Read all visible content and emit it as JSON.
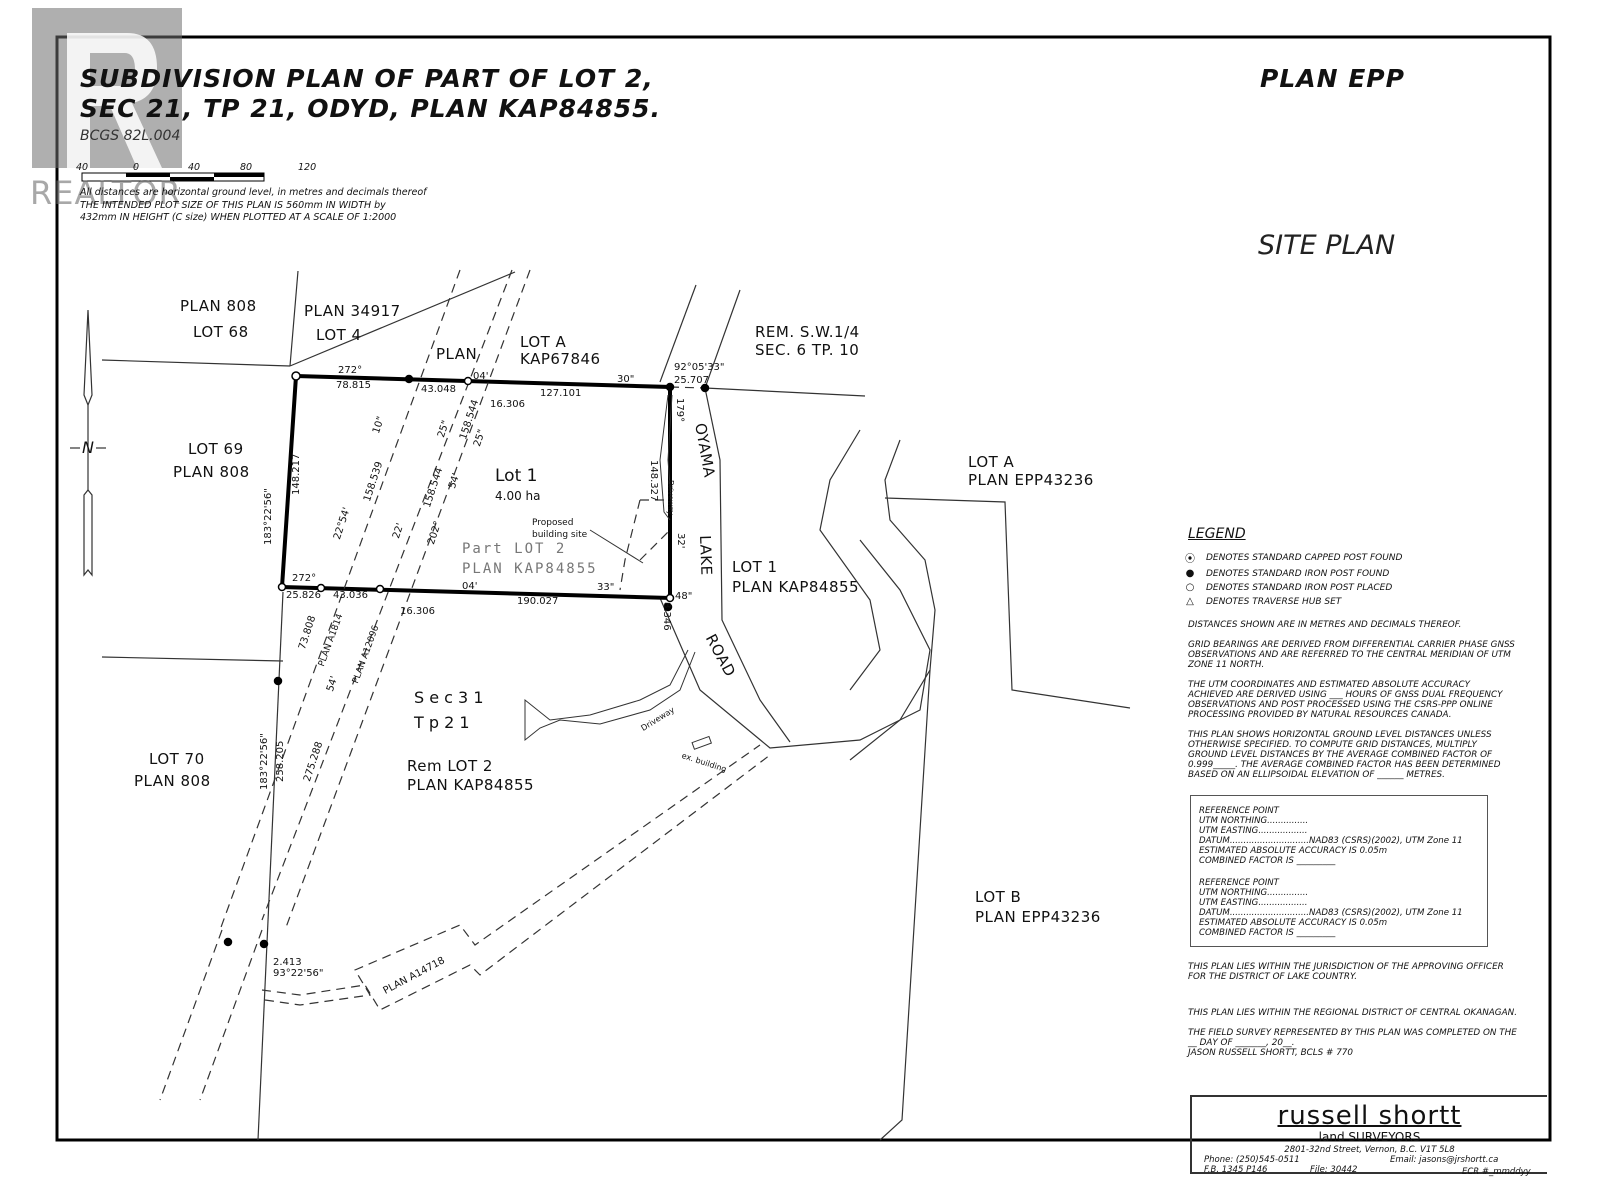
{
  "header": {
    "title_line1": "SUBDIVISION PLAN OF PART OF LOT 2,",
    "title_line2": "SEC 21, TP 21, ODYD, PLAN KAP84855.",
    "bcgs": "BCGS  82L.004",
    "plan_number": "PLAN EPP",
    "site_plan": "SITE PLAN"
  },
  "scale_bar": {
    "ticks": [
      "40",
      "0",
      "40",
      "80",
      "120"
    ],
    "note_distances": "All distances are horizontal ground level, in metres and decimals thereof",
    "note_plot_line1": "THE INTENDED PLOT SIZE OF THIS PLAN IS 560mm IN WIDTH by",
    "note_plot_line2": "432mm IN HEIGHT (C size) WHEN PLOTTED AT A SCALE OF 1:2000"
  },
  "watermark": {
    "logo_letter": "R",
    "text": "REALTOR"
  },
  "north_arrow": {
    "label": "N"
  },
  "parcels": {
    "plan808_lot68": [
      "PLAN 808",
      "LOT 68"
    ],
    "plan34917_lot4": [
      "PLAN 34917",
      "LOT 4"
    ],
    "plan_label": "PLAN",
    "lotA_kap": [
      "LOT A",
      "KAP67846"
    ],
    "rem_sw": [
      "REM. S.W.1/4",
      "SEC. 6  TP. 10"
    ],
    "lot69": [
      "LOT 69",
      "PLAN 808"
    ],
    "lot1": {
      "name": "Lot 1",
      "area": "4.00 ha"
    },
    "part_lot2": [
      "Part LOT 2",
      "PLAN KAP84855"
    ],
    "proposed_site": [
      "Proposed",
      "building site"
    ],
    "lot1_kap": [
      "LOT 1",
      "PLAN KAP84855"
    ],
    "lotA_epp": [
      "LOT A",
      "PLAN EPP43236"
    ],
    "lotB_epp": [
      "LOT B",
      "PLAN EPP43236"
    ],
    "lot70": [
      "LOT 70",
      "PLAN 808"
    ],
    "sec_tp": [
      "S e c    3 1",
      "T p      2 1"
    ],
    "rem_lot2": [
      "Rem LOT 2",
      "PLAN KAP84855"
    ],
    "road": [
      "OYAMA",
      "LAKE",
      "ROAD"
    ],
    "driveway": "Driveway",
    "ex_building": "ex. building",
    "plan_a1814": "PLAN A1814",
    "plan_a12096": "PLAN A12096",
    "plan_a14718": "PLAN A14718"
  },
  "dimensions": {
    "top_bearing": "272°",
    "top_seg1": "78.815",
    "top_seg2": "43.048",
    "top_04": "04'",
    "top_seg3": "127.101",
    "top_30": "30\"",
    "offset_top": "16.306",
    "ne_bearing": "92°05'33\"",
    "ne_dist": "25.707",
    "east_179": "179°",
    "east_dist": "148.327",
    "east_32": "32'",
    "east_48": "48\"",
    "east_8346": "8.346",
    "west_bearing": "183°22'56\"",
    "west_dist": "148.217",
    "diag_10": "10\"",
    "diag_158539": "158.539",
    "diag_2254": "22°54'",
    "diag_25a": "25\"",
    "diag_158544a": "158.544",
    "diag_25b": "25\"",
    "diag_158544b": "158.544",
    "diag_22": "22'",
    "diag_54": "54'",
    "diag_202": "202°",
    "bot_bearing": "272°",
    "bot_seg1": "25.826",
    "bot_seg2": "43.036",
    "bot_04": "04'",
    "bot_seg3": "190.027",
    "bot_33": "33\"",
    "offset_bot": "16.306",
    "sw_73808": "73.808",
    "sw_54": "54'",
    "sw_bearing": "183°22'56\"",
    "sw_258205": "258.205",
    "sw_275288": "275.288",
    "s_2413": "2.413",
    "s_bearing": "93°22'56\""
  },
  "legend": {
    "title": "LEGEND",
    "items": [
      {
        "symbol": "⦿",
        "text": "DENOTES STANDARD CAPPED POST FOUND"
      },
      {
        "symbol": "●",
        "text": "DENOTES STANDARD IRON POST FOUND"
      },
      {
        "symbol": "○",
        "text": "DENOTES STANDARD IRON POST PLACED"
      },
      {
        "symbol": "△",
        "text": "DENOTES TRAVERSE HUB SET"
      }
    ]
  },
  "notes": {
    "n1": "DISTANCES SHOWN ARE IN METRES AND DECIMALS THEREOF.",
    "n2": "GRID BEARINGS ARE DERIVED FROM DIFFERENTIAL CARRIER PHASE GNSS OBSERVATIONS AND ARE REFERRED TO THE CENTRAL MERIDIAN OF UTM ZONE 11 NORTH.",
    "n3": "THE UTM COORDINATES AND ESTIMATED ABSOLUTE ACCURACY ACHIEVED ARE DERIVED USING ___ HOURS OF GNSS DUAL FREQUENCY OBSERVATIONS AND POST PROCESSED USING THE CSRS-PPP ONLINE PROCESSING PROVIDED BY NATURAL RESOURCES CANADA.",
    "n4": "THIS PLAN SHOWS HORIZONTAL GROUND LEVEL DISTANCES UNLESS OTHERWISE SPECIFIED. TO COMPUTE GRID DISTANCES, MULTIPLY GROUND LEVEL DISTANCES BY THE AVERAGE COMBINED FACTOR OF 0.999_____. THE AVERAGE COMBINED FACTOR HAS BEEN DETERMINED BASED ON AN ELLIPSOIDAL ELEVATION OF ______ METRES.",
    "n5": "THIS PLAN LIES WITHIN THE JURISDICTION OF THE APPROVING OFFICER FOR THE DISTRICT OF LAKE COUNTRY.",
    "n6": "THIS PLAN LIES WITHIN THE REGIONAL DISTRICT OF  CENTRAL OKANAGAN.",
    "n7": "THE FIELD SURVEY REPRESENTED BY THIS PLAN WAS COMPLETED ON THE __ DAY OF _______, 20__.",
    "n8": "JASON RUSSELL SHORTT, BCLS # 770"
  },
  "reference_points": [
    {
      "l1": "REFERENCE POINT",
      "l2": "UTM NORTHING...............",
      "l3": "UTM EASTING..................",
      "l4": "DATUM.............................NAD83 (CSRS)(2002), UTM Zone 11",
      "l5": "ESTIMATED ABSOLUTE ACCURACY IS 0.05m",
      "l6": "COMBINED FACTOR IS _________"
    },
    {
      "l1": "REFERENCE POINT",
      "l2": "UTM NORTHING...............",
      "l3": "UTM EASTING..................",
      "l4": "DATUM.............................NAD83 (CSRS)(2002), UTM Zone 11",
      "l5": "ESTIMATED ABSOLUTE ACCURACY IS 0.05m",
      "l6": "COMBINED FACTOR IS _________"
    }
  ],
  "title_block": {
    "company": "russell  shortt",
    "subtitle": "land  SURVEYORS",
    "address": "2801-32nd Street, Vernon, B.C. V1T 5L8",
    "phone": "Phone: (250)545-0511",
    "email": "Email: jasons@jrshortt.ca",
    "fb": "F.B.  1345 P146",
    "file": "File: 30442",
    "ecr": "ECR #_mmddyy"
  }
}
